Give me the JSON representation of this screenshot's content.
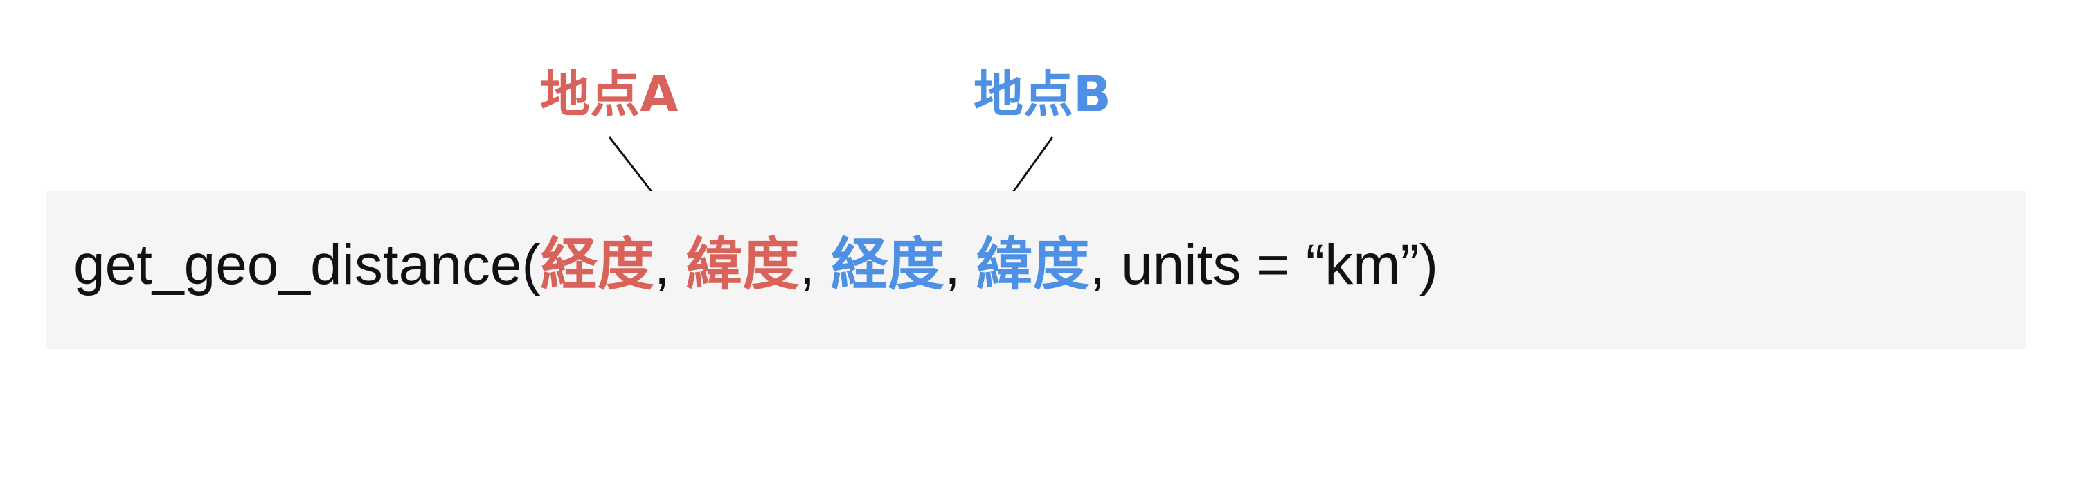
{
  "colors": {
    "point_a": "#d9635a",
    "point_b": "#4d90e4",
    "code_text": "#111111",
    "code_background": "#f5f5f5",
    "arrow": "#111111"
  },
  "labels": {
    "point_a": "地点A",
    "point_b": "地点B"
  },
  "code": {
    "function_call": "get_geo_distance(",
    "arg1": "経度",
    "sep1": ", ",
    "arg2": "緯度",
    "sep2": ", ",
    "arg3": "経度",
    "sep3": ", ",
    "arg4": "緯度",
    "tail": ", units = “km”)"
  }
}
